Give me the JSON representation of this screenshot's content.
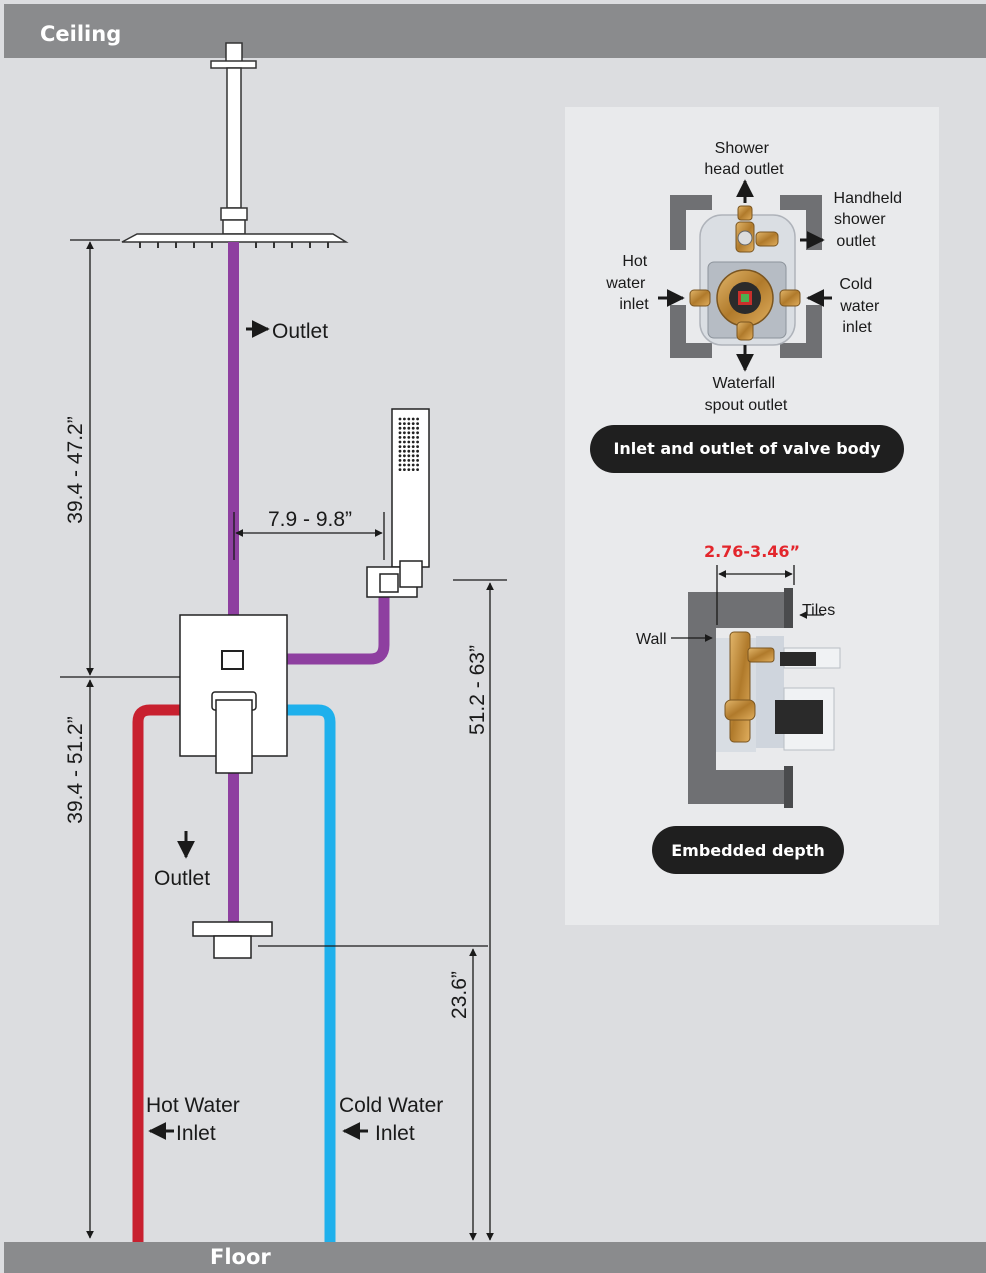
{
  "labels": {
    "ceiling": "Ceiling",
    "floor": "Floor",
    "outlet_top": "Outlet",
    "outlet_bottom": "Outlet",
    "hot_water_line1": "Hot Water",
    "hot_water_line2": "Inlet",
    "cold_water_line1": "Cold Water",
    "cold_water_line2": "Inlet"
  },
  "dimensions": {
    "head_height": "39.4 - 47.2”",
    "valve_height": "39.4 - 51.2”",
    "holder_offset": "7.9 - 9.8”",
    "holder_height": "51.2 - 63”",
    "spout_height": "23.6”",
    "embedded_depth": "2.76-3.46”"
  },
  "valve_panel": {
    "shower_head_outlet": [
      "Shower",
      "head outlet"
    ],
    "handheld_outlet": [
      "Handheld",
      "shower",
      "outlet"
    ],
    "hot_water_inlet": [
      "Hot",
      "water",
      "inlet"
    ],
    "cold_water_inlet": [
      "Cold",
      "water",
      "inlet"
    ],
    "waterfall_outlet": [
      "Waterfall",
      "spout outlet"
    ],
    "title": "Inlet and outlet of valve body"
  },
  "depth_panel": {
    "wall": "Wall",
    "tiles": "Tiles",
    "title": "Embedded depth"
  },
  "colors": {
    "background": "#dcdde0",
    "bar": "#8a8b8d",
    "panel": "#e9eaec",
    "outlet_pipe": "#8e3fa0",
    "hot_pipe": "#c8202f",
    "cold_pipe": "#1fb0ec",
    "pill": "#1f1f1f",
    "dimension_red": "#e3262c"
  }
}
